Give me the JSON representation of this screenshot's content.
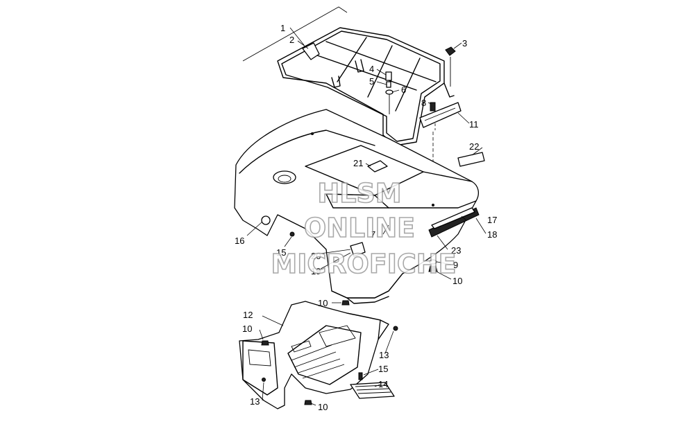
{
  "watermark": {
    "line1": "HLSM",
    "line2": "ONLINE",
    "line3": "MICROFICHE"
  },
  "callouts": {
    "c1": "1",
    "c2": "2",
    "c3": "3",
    "c4": "4",
    "c5": "5",
    "c6": "6",
    "c7": "7",
    "c8": "8",
    "c9": "9",
    "c10a": "10",
    "c10b": "10",
    "c10c": "10",
    "c10d": "10",
    "c11": "11",
    "c12": "12",
    "c13a": "13",
    "c13b": "13",
    "c14": "14",
    "c15a": "15",
    "c15b": "15",
    "c16": "16",
    "c17": "17",
    "c18": "18",
    "c19": "19",
    "c20": "20",
    "c21": "21",
    "c22": "22",
    "c23": "23"
  }
}
